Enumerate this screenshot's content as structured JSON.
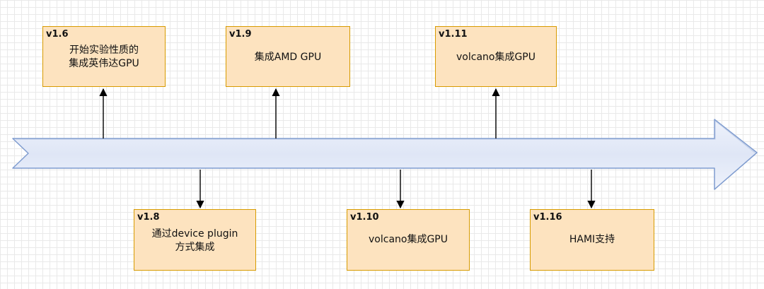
{
  "milestones": [
    {
      "version": "v1.6",
      "lines": [
        "开始实验性质的",
        "集成英伟达GPU"
      ]
    },
    {
      "version": "v1.9",
      "lines": [
        "集成AMD GPU"
      ]
    },
    {
      "version": "v1.11",
      "lines": [
        "volcano集成GPU"
      ]
    },
    {
      "version": "v1.8",
      "lines": [
        "通过device plugin",
        "方式集成"
      ]
    },
    {
      "version": "v1.10",
      "lines": [
        "volcano集成GPU"
      ]
    },
    {
      "version": "v1.16",
      "lines": [
        "HAMI支持"
      ]
    }
  ],
  "colors": {
    "box_fill": "#fde3bf",
    "box_border": "#d79b00",
    "arrow_fill": "#e8eefa",
    "arrow_stroke": "#7f9ccf",
    "connector": "#000000"
  }
}
